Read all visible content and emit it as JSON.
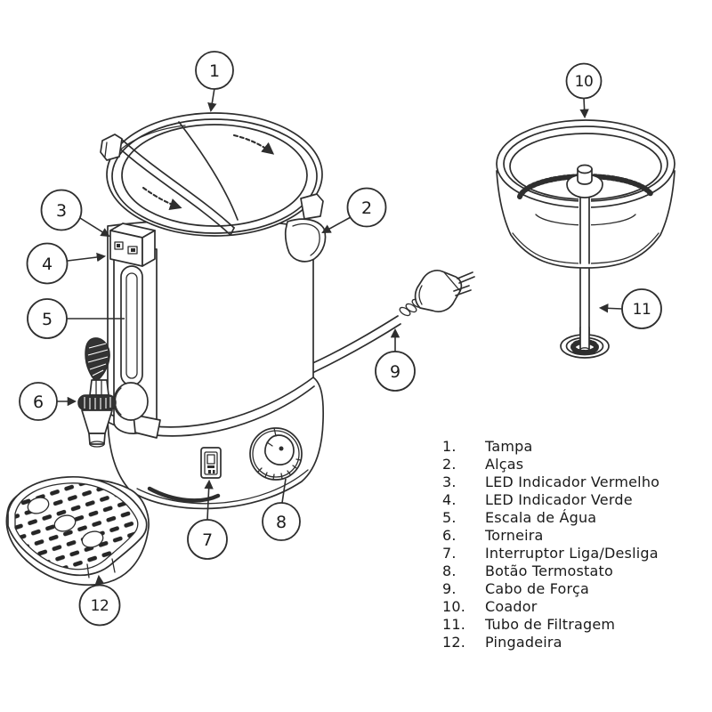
{
  "document": {
    "kind": "parts-diagram",
    "product": "water-boiler-urn",
    "background": "#ffffff"
  },
  "colors": {
    "line": "#2e2e2e",
    "text": "#1a1a1a",
    "background": "#ffffff"
  },
  "parts": [
    {
      "id": "1",
      "dot": "1.",
      "label": "Tampa"
    },
    {
      "id": "2",
      "dot": "2.",
      "label": "Alças"
    },
    {
      "id": "3",
      "dot": "3.",
      "label": "LED Indicador Vermelho"
    },
    {
      "id": "4",
      "dot": "4.",
      "label": "LED Indicador Verde"
    },
    {
      "id": "5",
      "dot": "5.",
      "label": "Escala de Água"
    },
    {
      "id": "6",
      "dot": "6.",
      "label": "Torneira"
    },
    {
      "id": "7",
      "dot": "7.",
      "label": "Interruptor Liga/Desliga"
    },
    {
      "id": "8",
      "dot": "8.",
      "label": "Botão Termostato"
    },
    {
      "id": "9",
      "dot": "9.",
      "label": "Cabo de Força"
    },
    {
      "id": "10",
      "dot": "10.",
      "label": "Coador"
    },
    {
      "id": "11",
      "dot": "11.",
      "label": "Tubo de Filtragem"
    },
    {
      "id": "12",
      "dot": "12.",
      "label": "Pingadeira"
    }
  ]
}
